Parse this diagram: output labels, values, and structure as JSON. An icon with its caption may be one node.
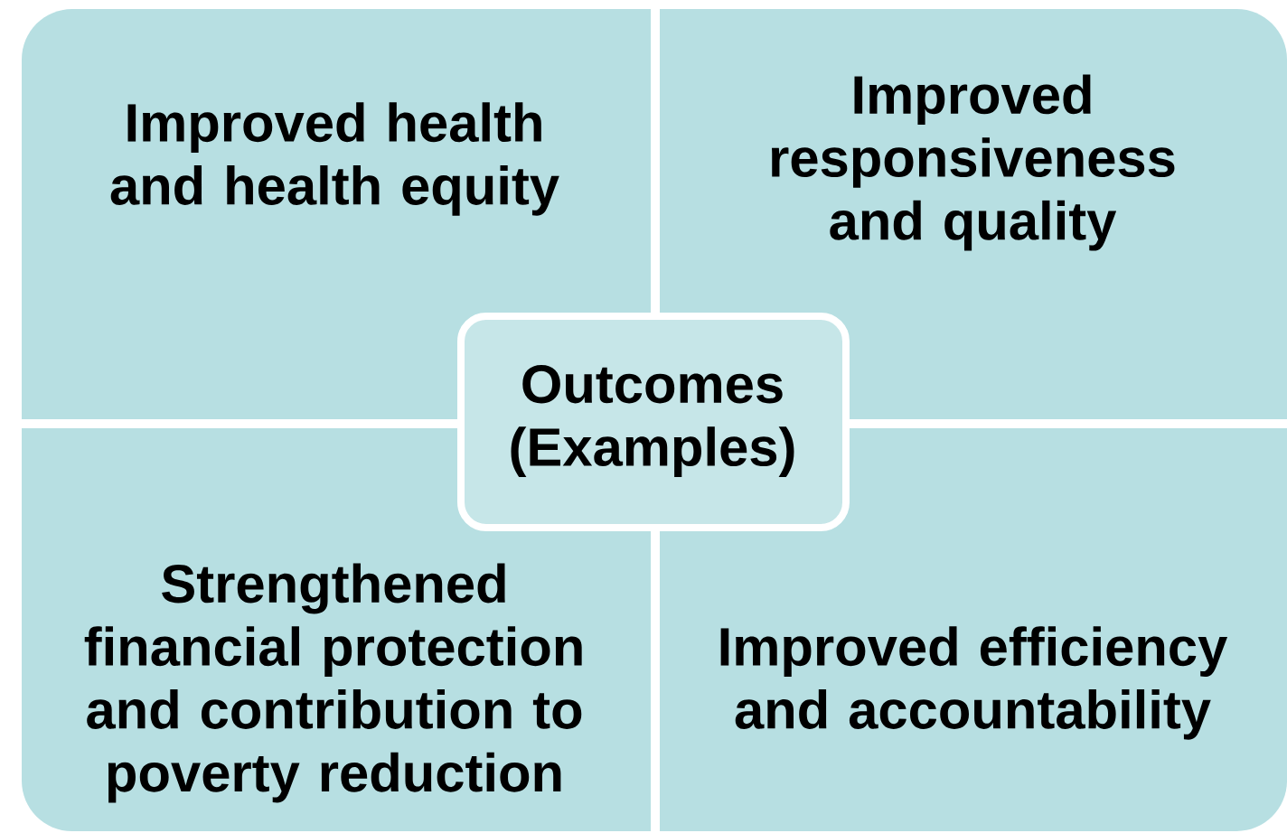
{
  "diagram": {
    "nodes": [
      {
        "text": [
          "Improved health and health equity"
        ]
      },
      {
        "text": [
          "Improved responsiveness and quality"
        ]
      },
      {
        "text": [
          "Outcomes (Examples)"
        ]
      },
      {
        "text": [
          "Strengthened financial protection and contribution to poverty reduction"
        ]
      },
      {
        "text": [
          "Improved efficiency and accountability"
        ]
      }
    ]
  }
}
